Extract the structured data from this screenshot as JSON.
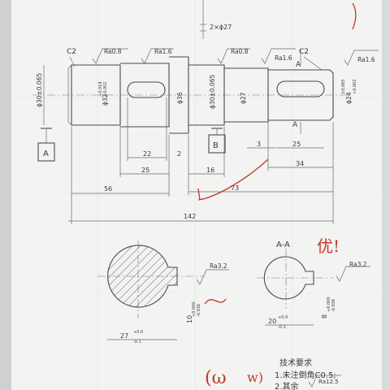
{
  "colors": {
    "paper": "#f4f4f2",
    "ink": "#3a3a3a",
    "annotation": "#c0392b"
  },
  "top_dims": {
    "keyway_width": "2×ϕ27"
  },
  "chamfer_left": "C2",
  "chamfer_right": "C2",
  "roughness": {
    "left1": "Ra0.8",
    "left2": "Ra1.6",
    "mid1": "Ra0.8",
    "mid2": "Ra1.6",
    "right": "Ra1.6",
    "section_left": "Ra3.2",
    "section_right": "Ra3.2"
  },
  "section_marks": {
    "A_top": "A",
    "A_bottom": "A"
  },
  "datum_A": "A",
  "datum_B": "B",
  "diameters": {
    "d30a": "ϕ30±0.065",
    "d32": "ϕ32",
    "d32_tol_top": "+0.018",
    "d32_tol_bot": "+0.002",
    "d36": "ϕ36",
    "d30b": "ϕ30±0.065",
    "d27": "ϕ27",
    "d24": "ϕ24",
    "d24_tol_top": "±0.065",
    "d24_tol_bot": "+0.002"
  },
  "lengths": {
    "l22": "22",
    "l2": "2",
    "l25a": "25",
    "l56": "56",
    "l16": "16",
    "l3": "3",
    "l25b": "25",
    "l34": "34",
    "l73": "73",
    "l142": "142"
  },
  "section_title": "A-A",
  "section_dims": {
    "left_depth": "27",
    "left_depth_tol_top": "+0.0",
    "left_depth_tol_bot": "-0.1",
    "left_width": "10",
    "left_width_tol_top": "+0.000",
    "left_width_tol_bot": "-0.036",
    "right_depth": "20",
    "right_depth_tol_top": "+0.0",
    "right_depth_tol_bot": "-0.1",
    "right_width": "8",
    "right_width_tol_top": "+0.000",
    "right_width_tol_bot": "-0.036"
  },
  "tech_req": {
    "title": "技术要求",
    "item1": "1.未注倒角C0.5;",
    "item2": "2.其余",
    "item2_ra": "Ra12.5"
  },
  "annotations": {
    "mark1": "优!",
    "mark2": "(ω",
    "mark3": "w)"
  }
}
